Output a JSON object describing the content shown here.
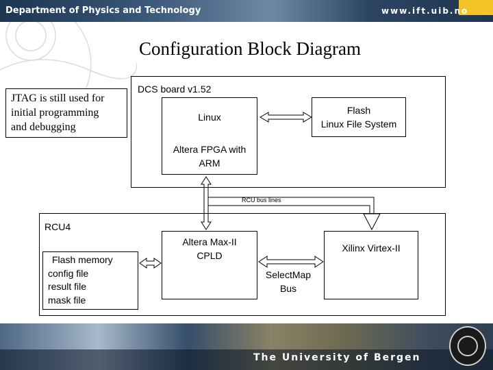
{
  "header": {
    "department": "Department of Physics and Technology",
    "url": "www.ift.uib.no"
  },
  "footer": {
    "university": "The University of Bergen"
  },
  "slide": {
    "title": "Configuration Block Diagram",
    "note_lines": [
      "JTAG is still used for",
      "initial programming",
      "and debugging"
    ]
  },
  "diagram": {
    "dcs_board_label": "DCS board v1.52",
    "linux_label": "Linux",
    "flash_lines": [
      "Flash",
      "Linux File System"
    ],
    "fpga_lines": [
      "Altera FPGA with",
      "ARM"
    ],
    "rcu_bus_label": "RCU bus lines",
    "rcu_label": "RCU4",
    "cpld_lines": [
      "Altera Max-II",
      "CPLD"
    ],
    "xilinx_label": "Xilinx Virtex-II",
    "flash_memory_lines": [
      "Flash memory",
      "config file",
      "result file",
      "mask file"
    ],
    "selectmap_lines": [
      "SelectMap",
      "Bus"
    ]
  },
  "colors": {
    "header_accent": "#f2c428",
    "header_bg": "#2c4562",
    "line": "#000000"
  }
}
